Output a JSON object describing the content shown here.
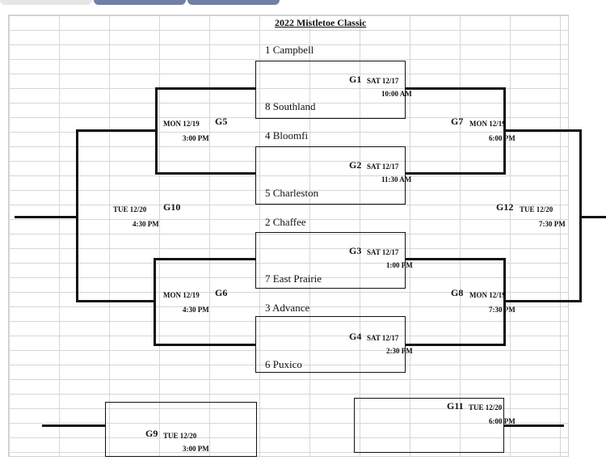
{
  "title": "2022 Mistletoe Classic",
  "teams": {
    "t1": "1 Campbell",
    "t8": "8 Southland",
    "t4": "4 Bloomfi",
    "t5": "5 Charleston",
    "t2": "2 Chaffee",
    "t7": "7 East Prairie",
    "t3": "3 Advance",
    "t6": "6 Puxico"
  },
  "games": {
    "g1": {
      "label": "G1",
      "day": "SAT 12/17",
      "time": "10:00 AM"
    },
    "g2": {
      "label": "G2",
      "day": "SAT 12/17",
      "time": "11:30 AM"
    },
    "g3": {
      "label": "G3",
      "day": "SAT 12/17",
      "time": "1:00 PM"
    },
    "g4": {
      "label": "G4",
      "day": "SAT 12/17",
      "time": "2:30 PM"
    },
    "g5": {
      "label": "G5",
      "day": "MON 12/19",
      "time": "3:00 PM"
    },
    "g6": {
      "label": "G6",
      "day": "MON 12/19",
      "time": "4:30 PM"
    },
    "g7": {
      "label": "G7",
      "day": "MON 12/19",
      "time": "6:00 PM"
    },
    "g8": {
      "label": "G8",
      "day": "MON 12/19",
      "time": "7:30 PM"
    },
    "g9": {
      "label": "G9",
      "day": "TUE 12/20",
      "time": "3:00 PM"
    },
    "g10": {
      "label": "G10",
      "day": "TUE 12/20",
      "time": "4:30 PM"
    },
    "g11": {
      "label": "G11",
      "day": "TUE 12/20",
      "time": "6:00 PM"
    },
    "g12": {
      "label": "G12",
      "day": "TUE 12/20",
      "time": "7:30 PM"
    }
  }
}
